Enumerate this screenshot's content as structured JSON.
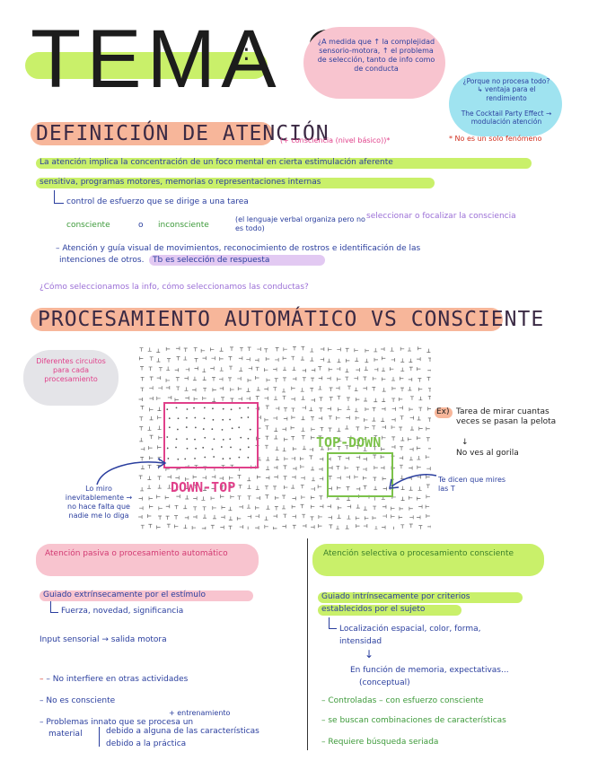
{
  "title": {
    "main": "TEMA 3",
    "colon": ":"
  },
  "bubble_top": "¿A medida que ↑ la complejidad sensorio-motora, ↑ el problema de selección, tanto de info como de conducta",
  "bubble_blue": {
    "q": "¿Porque no procesa todo? ↳ ventaja para el rendimiento",
    "cocktail": "The Cocktail Party Effect → modulación atención"
  },
  "sec1": {
    "heading": "DEFINICIÓN DE ATENCIÓN",
    "note_paren": "(+ consciencia (nivel básico))*",
    "note_red": "* No es un solo fenómeno",
    "line1": "La atención implica la concentración de un foco mental en cierta estimulación aferente",
    "line2": "sensitiva, programas motores, memorias o representaciones internas",
    "line3": "control de esfuerzo que se dirige a una tarea",
    "consciente": "consciente",
    "o": "o",
    "inconsciente": "inconsciente",
    "lenguaje": "(el lenguaje verbal organiza pero no es todo)",
    "seleccionar": "seleccionar o focalizar la consciencia",
    "bullet1a": "– Atención y guía visual de movimientos, reconocimiento de rostros e identificación de las",
    "bullet1b": "intenciones de otros.",
    "bullet1c": "Tb es selección de respuesta",
    "question": "¿Cómo seleccionamos la info, cómo seleccionamos las conductas?"
  },
  "sec2": {
    "heading": "PROCESAMIENTO AUTOMÁTICO VS CONSCIENTE",
    "circuitos": "Diferentes circuitos para cada procesamiento",
    "ex_label": "Ex)",
    "ex_text": "Tarea de mirar cuantas veces se pasan la pelota",
    "ex_result": "No ves al gorila",
    "topdown": "TOP-DOWN",
    "downtop": "DOWN-TOP",
    "lo_miro": "Lo miro inevitablemente → no hace falta que nadie me lo diga",
    "te_dicen": "Te dicen que mires las T"
  },
  "left_col": {
    "heading": "Atención pasiva o procesamiento automático",
    "guiado": "Guiado extrínsecamente por el estímulo",
    "fuerza": "Fuerza, novedad, significancia",
    "input": "Input sensorial → salida motora",
    "b1": "– No interfiere en otras actividades",
    "b2": "– No es consciente",
    "entrenamiento": "+ entrenamiento",
    "b3a": "– Problemas innato que se procesa un",
    "b3b": "material",
    "debido1": "debido a alguna de las características",
    "debido2": "debido a la práctica"
  },
  "right_col": {
    "heading": "Atención selectiva o procesamiento consciente",
    "guiado1": "Guiado intrínsecamente por criterios",
    "guiado2": "establecidos por el sujeto",
    "local1": "Localización espacial, color, forma,",
    "local2": "intensidad",
    "funcion1": "En función de memoria, expectativas...",
    "funcion2": "(conceptual)",
    "b1": "– Controladas – con esfuerzo consciente",
    "b2": "– se buscan combinaciones de características",
    "b3": "– Requiere búsqueda seriada"
  },
  "colors": {
    "green_hl": "#c9f06a",
    "salmon_hl": "#f7b69a",
    "pink_bubble": "#f8c4cf",
    "blue_bubble": "#9fe3f0"
  }
}
